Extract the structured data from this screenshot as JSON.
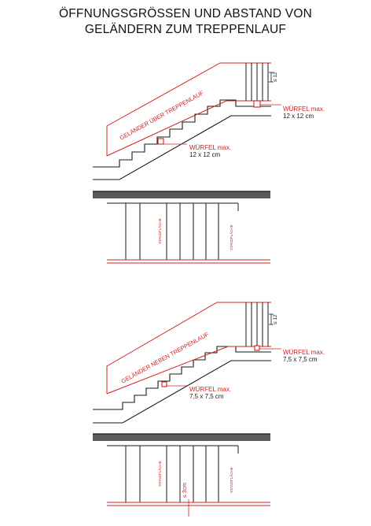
{
  "title": {
    "line1": "ÖFFNUNGSGRÖSSEN UND ABSTAND VON",
    "line2": "GELÄNDERN ZUM TREPPENLAUF"
  },
  "colors": {
    "accent": "#d42020",
    "ink": "#1a1a1a",
    "slab": "#5a5a5a"
  },
  "panel_top": {
    "railing_label": "GELÄNDER ÜBER TREPPENLAUF",
    "gap_label": "≤ 12",
    "cube_upper_line1": "WÜRFEL max.",
    "cube_upper_line2": "12 x 12 cm",
    "cube_lower_line1": "WÜRFEL max.",
    "cube_lower_line2": "12 x 12 cm",
    "standflaeche_left": "STANDFLÄCHE",
    "standflaeche_right": "STANDFLÄCHE"
  },
  "panel_bottom": {
    "railing_label": "GELÄNDER NEBEN TREPPENLAUF",
    "gap_label": "≤ 12",
    "cube_upper_line1": "WÜRFEL max.",
    "cube_upper_line2": "7,5 x 7,5 cm",
    "cube_lower_line1": "WÜRFEL max.",
    "cube_lower_line2": "7,5 x 7,5 cm",
    "standflaeche_left": "STANDFLÄCHE",
    "standflaeche_right": "STANDFLÄCHE",
    "gap_plan_label": "≤ 3cm"
  }
}
